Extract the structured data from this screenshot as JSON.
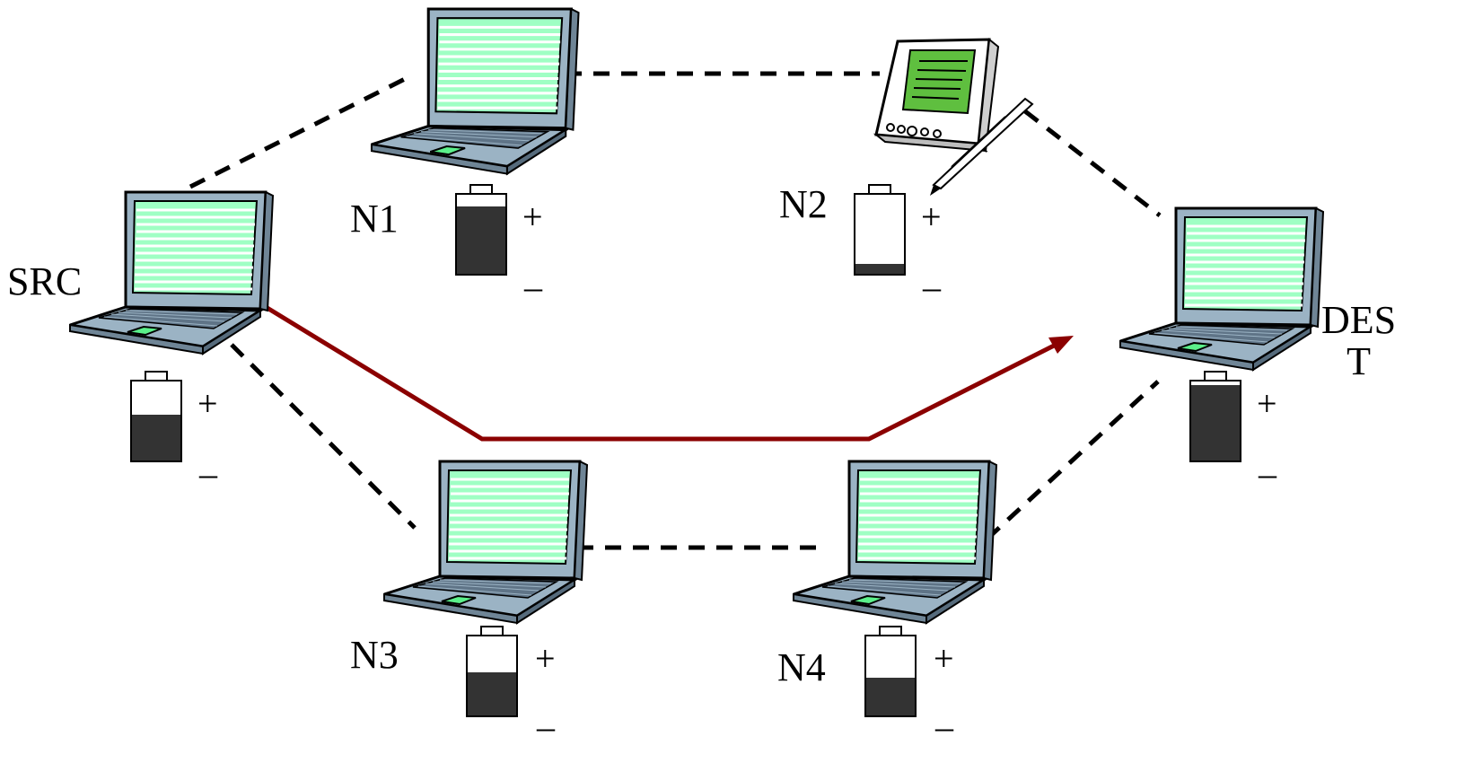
{
  "nodes": {
    "src": {
      "label": "SRC",
      "battery_level": 0.58
    },
    "n1": {
      "label": "N1",
      "battery_level": 0.85
    },
    "n2": {
      "label": "N2",
      "battery_level": 0.12
    },
    "n3": {
      "label": "N3",
      "battery_level": 0.55
    },
    "n4": {
      "label": "N4",
      "battery_level": 0.48
    },
    "dest": {
      "label": "DES\nT",
      "battery_level": 0.95
    }
  },
  "battery_signs": {
    "plus": "+",
    "minus": "–"
  },
  "links": {
    "dashed": [
      [
        "src",
        "n1"
      ],
      [
        "n1",
        "n2"
      ],
      [
        "n2",
        "dest"
      ],
      [
        "src",
        "n3"
      ],
      [
        "n3",
        "n4"
      ],
      [
        "n4",
        "dest"
      ]
    ],
    "route": [
      "src",
      "via-bottom",
      "dest"
    ]
  },
  "colors": {
    "route": "#8b0000",
    "link": "#000000",
    "screen": "#9fffc4",
    "screen_line": "#ffffff",
    "laptop_body": "#9bb3c4",
    "keyboard": "#5f7487",
    "battery_fill": "#333333",
    "pda_screen": "#5fbf3f"
  }
}
